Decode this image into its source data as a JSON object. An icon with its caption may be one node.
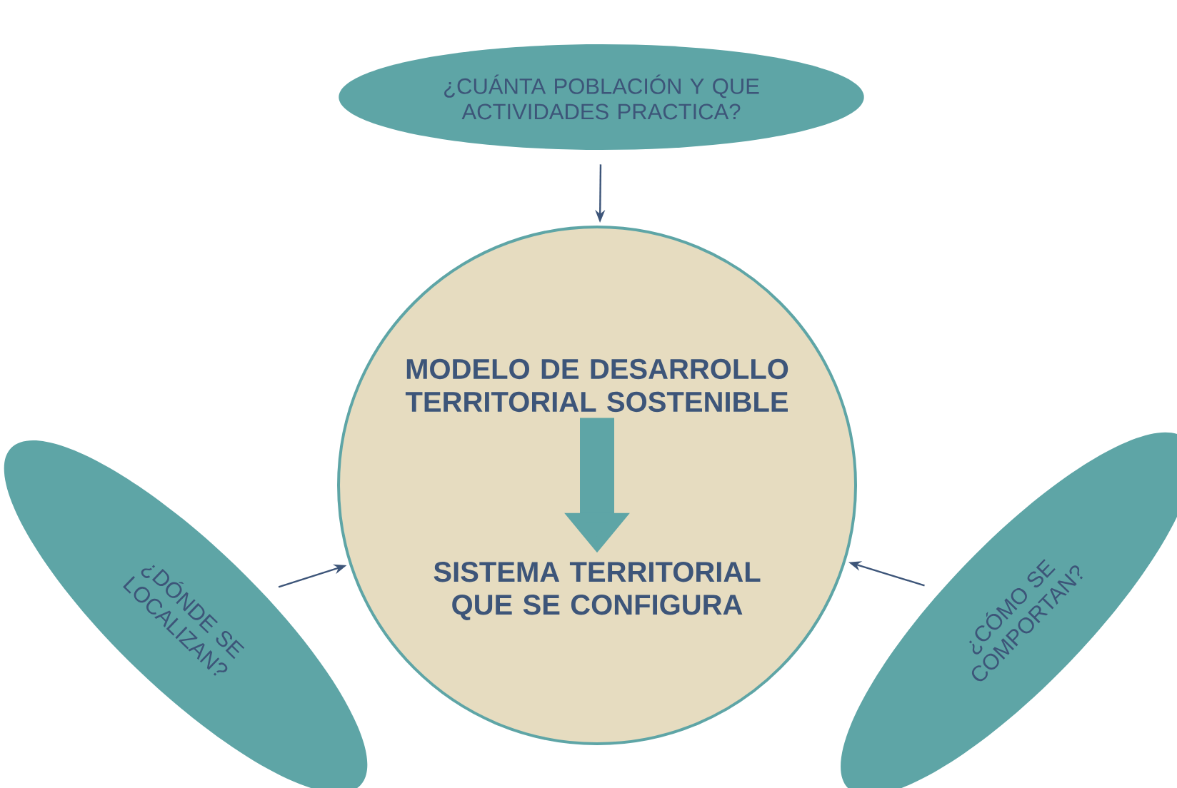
{
  "diagram": {
    "nodes": [
      {
        "text": [
          "¿CUÁNTA POBLACIÓN Y QUE ACTIVIDADES PRACTICA?"
        ]
      },
      {
        "text": [],
        "shape": "circle"
      },
      {
        "text": [
          "MODELO DE DESARROLLO TERRITORIAL SOSTENIBLE"
        ],
        "in": 1
      },
      {
        "text": [
          "SISTEMA TERRITORIAL QUE SE CONFIGURA"
        ],
        "in": 1
      },
      {
        "text": [
          "¿DÓNDE SE LOCALIZAN?"
        ]
      },
      {
        "text": [
          "¿CÓMO SE COMPORTAN?"
        ]
      }
    ],
    "edges": [
      {
        "from": 0,
        "to": 1,
        "arrow": "to"
      },
      {
        "from": 4,
        "to": 1,
        "arrow": "to"
      },
      {
        "from": 5,
        "to": 1,
        "arrow": "to"
      },
      {
        "from": 2,
        "to": 3,
        "arrow": "to",
        "style": "thick",
        "color": "#5ea5a6"
      }
    ]
  }
}
